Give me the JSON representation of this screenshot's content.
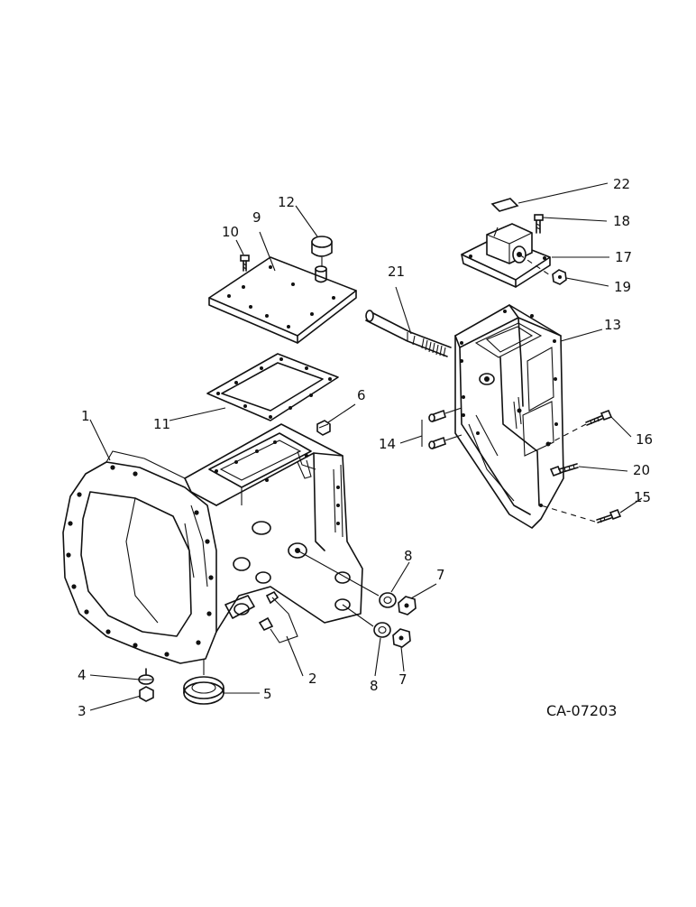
{
  "drawing_code": "CA-07203",
  "callouts": [
    {
      "id": "callout-1",
      "label": "1"
    },
    {
      "id": "callout-2",
      "label": "2"
    },
    {
      "id": "callout-3",
      "label": "3"
    },
    {
      "id": "callout-4",
      "label": "4"
    },
    {
      "id": "callout-5",
      "label": "5"
    },
    {
      "id": "callout-6",
      "label": "6"
    },
    {
      "id": "callout-7a",
      "label": "7"
    },
    {
      "id": "callout-7b",
      "label": "7"
    },
    {
      "id": "callout-8a",
      "label": "8"
    },
    {
      "id": "callout-8b",
      "label": "8"
    },
    {
      "id": "callout-9",
      "label": "9"
    },
    {
      "id": "callout-10",
      "label": "10"
    },
    {
      "id": "callout-11",
      "label": "11"
    },
    {
      "id": "callout-12",
      "label": "12"
    },
    {
      "id": "callout-13",
      "label": "13"
    },
    {
      "id": "callout-14",
      "label": "14"
    },
    {
      "id": "callout-15",
      "label": "15"
    },
    {
      "id": "callout-16",
      "label": "16"
    },
    {
      "id": "callout-17",
      "label": "17"
    },
    {
      "id": "callout-18",
      "label": "18"
    },
    {
      "id": "callout-19",
      "label": "19"
    },
    {
      "id": "callout-20",
      "label": "20"
    },
    {
      "id": "callout-21",
      "label": "21"
    },
    {
      "id": "callout-22",
      "label": "22"
    }
  ]
}
